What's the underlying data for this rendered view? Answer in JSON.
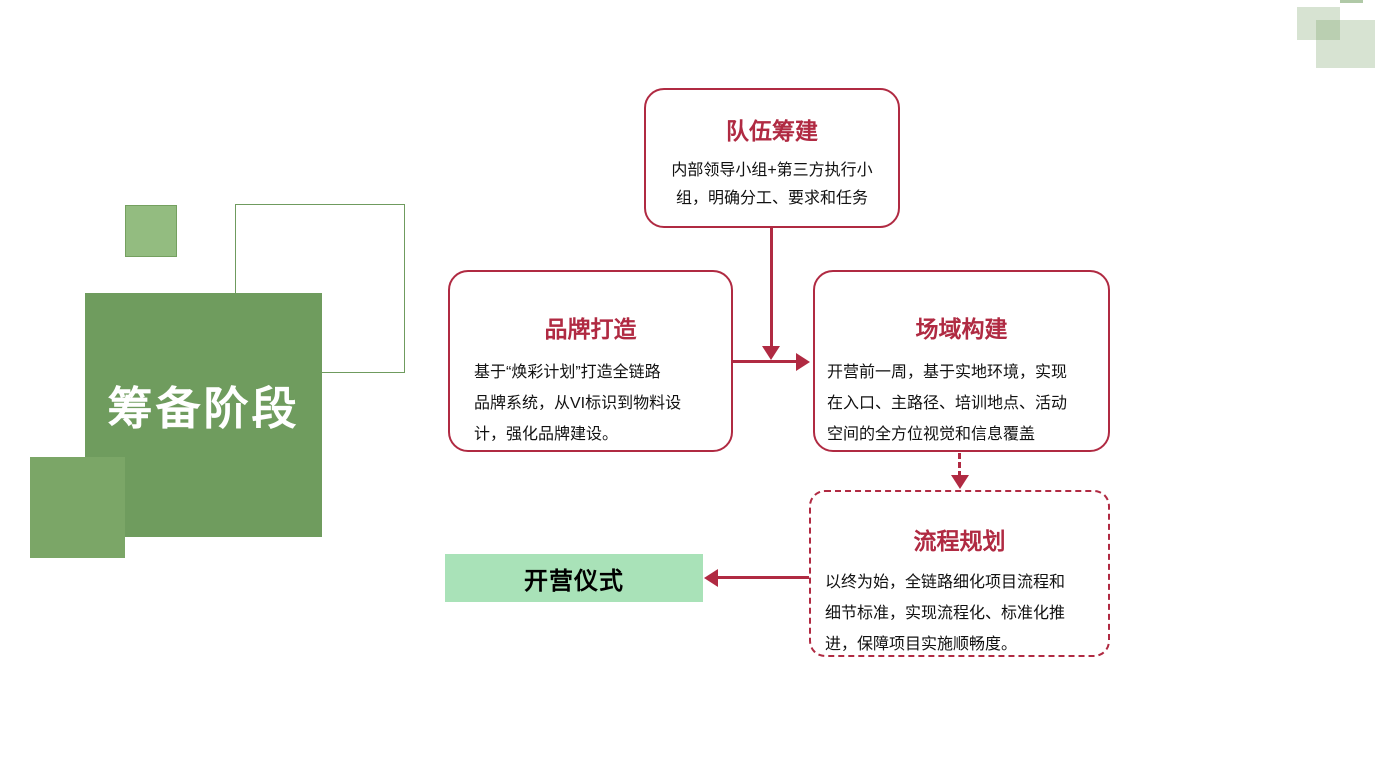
{
  "slide": {
    "stage_title": "筹备阶段",
    "flow": {
      "team": {
        "title": "队伍筹建",
        "body": "内部领导小组+第三方执行小\n组，明确分工、要求和任务"
      },
      "brand": {
        "title": "品牌打造",
        "body": "基于“焕彩计划”打造全链路\n品牌系统，从VI标识到物料设\n计，强化品牌建设。"
      },
      "venue": {
        "title": "场域构建",
        "body": "开营前一周，基于实地环境，实现\n在入口、主路径、培训地点、活动\n空间的全方位视觉和信息覆盖"
      },
      "process": {
        "title": "流程规划",
        "body": "以终为始，全链路细化项目流程和\n细节标准，实现流程化、标准化推\n进，保障项目实施顺畅度。"
      },
      "ceremony": {
        "label": "开营仪式"
      }
    },
    "colors": {
      "accent_crimson": "#b02a42",
      "stage_green": "#6f9c5e",
      "decor_green_light": "#93bc80",
      "decor_green_mid": "#7ba667",
      "ceremony_green": "#a9e2b8",
      "body_text": "#111111"
    }
  }
}
